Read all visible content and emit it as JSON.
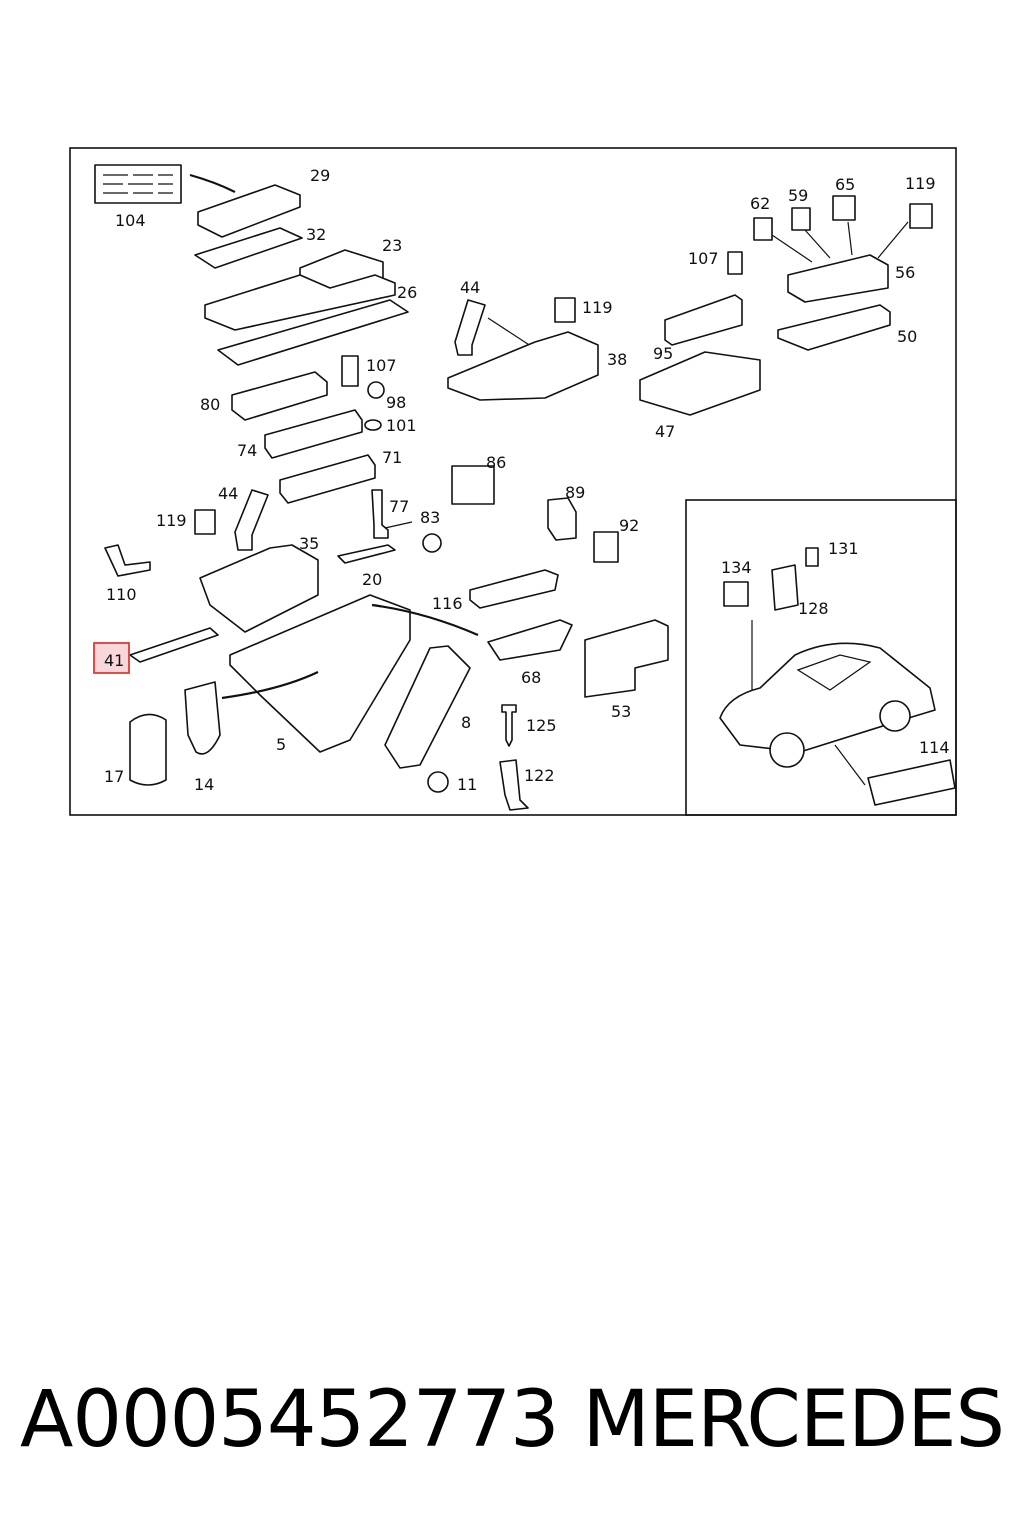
{
  "callouts": [
    {
      "id": "c104",
      "text": "104"
    },
    {
      "id": "c29",
      "text": "29"
    },
    {
      "id": "c32",
      "text": "32"
    },
    {
      "id": "c23",
      "text": "23"
    },
    {
      "id": "c26",
      "text": "26"
    },
    {
      "id": "c107a",
      "text": "107"
    },
    {
      "id": "c80",
      "text": "80"
    },
    {
      "id": "c98",
      "text": "98"
    },
    {
      "id": "c101",
      "text": "101"
    },
    {
      "id": "c74",
      "text": "74"
    },
    {
      "id": "c71",
      "text": "71"
    },
    {
      "id": "c44a",
      "text": "44"
    },
    {
      "id": "c119a",
      "text": "119"
    },
    {
      "id": "c77",
      "text": "77"
    },
    {
      "id": "c83",
      "text": "83"
    },
    {
      "id": "c35",
      "text": "35"
    },
    {
      "id": "c20",
      "text": "20"
    },
    {
      "id": "c110",
      "text": "110"
    },
    {
      "id": "c41",
      "text": "41"
    },
    {
      "id": "c5",
      "text": "5"
    },
    {
      "id": "c8",
      "text": "8"
    },
    {
      "id": "c17",
      "text": "17"
    },
    {
      "id": "c14",
      "text": "14"
    },
    {
      "id": "c11",
      "text": "11"
    },
    {
      "id": "c44b",
      "text": "44"
    },
    {
      "id": "c119b",
      "text": "119"
    },
    {
      "id": "c38",
      "text": "38"
    },
    {
      "id": "c86",
      "text": "86"
    },
    {
      "id": "c89",
      "text": "89"
    },
    {
      "id": "c92",
      "text": "92"
    },
    {
      "id": "c116",
      "text": "116"
    },
    {
      "id": "c68",
      "text": "68"
    },
    {
      "id": "c125",
      "text": "125"
    },
    {
      "id": "c122",
      "text": "122"
    },
    {
      "id": "c53",
      "text": "53"
    },
    {
      "id": "c107b",
      "text": "107"
    },
    {
      "id": "c95",
      "text": "95"
    },
    {
      "id": "c47",
      "text": "47"
    },
    {
      "id": "c62",
      "text": "62"
    },
    {
      "id": "c59",
      "text": "59"
    },
    {
      "id": "c65",
      "text": "65"
    },
    {
      "id": "c119c",
      "text": "119"
    },
    {
      "id": "c56",
      "text": "56"
    },
    {
      "id": "c50",
      "text": "50"
    },
    {
      "id": "c134",
      "text": "134"
    },
    {
      "id": "c131",
      "text": "131"
    },
    {
      "id": "c128",
      "text": "128"
    },
    {
      "id": "c114",
      "text": "114"
    }
  ],
  "highlighted_callout": "41",
  "footer": {
    "part_number": "A0005452773",
    "brand": "MERCEDES"
  },
  "colors": {
    "highlight_border": "#e03a3a",
    "highlight_fill": "#f7d6dc",
    "line": "#111111"
  }
}
